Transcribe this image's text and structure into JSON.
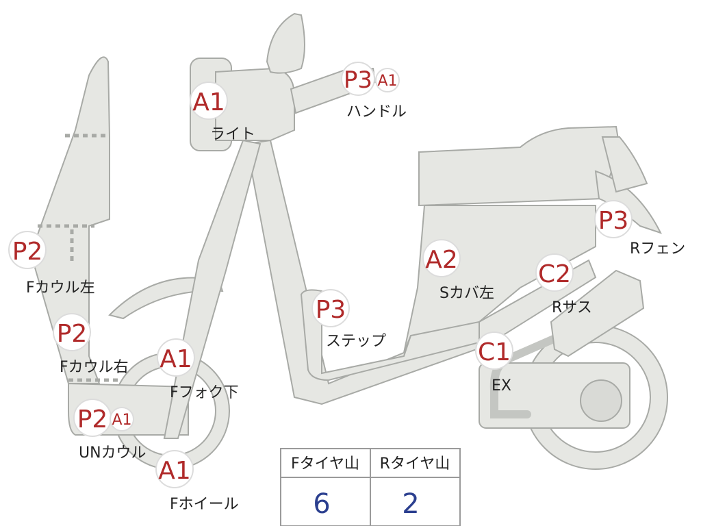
{
  "parts": [
    {
      "id": "light",
      "code": "A1",
      "label": "ライト"
    },
    {
      "id": "handle",
      "code": "P3",
      "code2": "A1",
      "label": "ハンドル"
    },
    {
      "id": "fcowl-left",
      "code": "P2",
      "label": "Fカウル左"
    },
    {
      "id": "fcowl-right",
      "code": "P2",
      "label": "Fカウル右"
    },
    {
      "id": "ffork-lower",
      "code": "A1",
      "label": "Fフォク下"
    },
    {
      "id": "uncowl",
      "code": "P2",
      "code2": "A1",
      "label": "UNカウル"
    },
    {
      "id": "fwheel",
      "code": "A1",
      "label": "Fホイール"
    },
    {
      "id": "step",
      "code": "P3",
      "label": "ステップ"
    },
    {
      "id": "scover-left",
      "code": "A2",
      "label": "Sカバ左"
    },
    {
      "id": "rsus",
      "code": "C2",
      "label": "Rサス"
    },
    {
      "id": "rfender",
      "code": "P3",
      "label": "Rフェン"
    },
    {
      "id": "ex",
      "code": "C1",
      "label": "EX"
    }
  ],
  "tire_table": {
    "headers": [
      "Fタイヤ山",
      "Rタイヤ山"
    ],
    "values": [
      "6",
      "2"
    ]
  },
  "colors": {
    "badge_text": "#b02a2a",
    "table_value": "#2b3f8f",
    "body_fill": "#e6e7e3",
    "outline": "#a8aaa6"
  }
}
